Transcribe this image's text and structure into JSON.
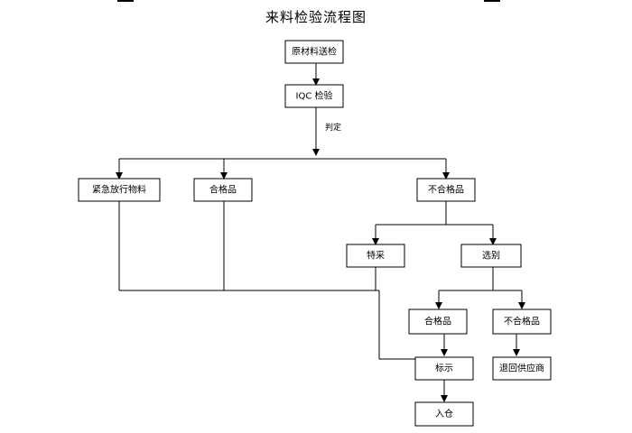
{
  "title": "来料检验流程图",
  "nodes": {
    "raw_material_inspection": "原材料送检",
    "iqc_inspection": "IQC 检验",
    "emergency_release": "紧急放行物料",
    "qualified_1": "合格品",
    "nonconforming_1": "不合格品",
    "special_acceptance": "特采",
    "sorting": "选别",
    "qualified_2": "合格品",
    "nonconforming_2": "不合格品",
    "marking": "标示",
    "return_supplier": "退回供应商",
    "warehouse_in": "入仓"
  },
  "edge_labels": {
    "judge": "判定"
  }
}
